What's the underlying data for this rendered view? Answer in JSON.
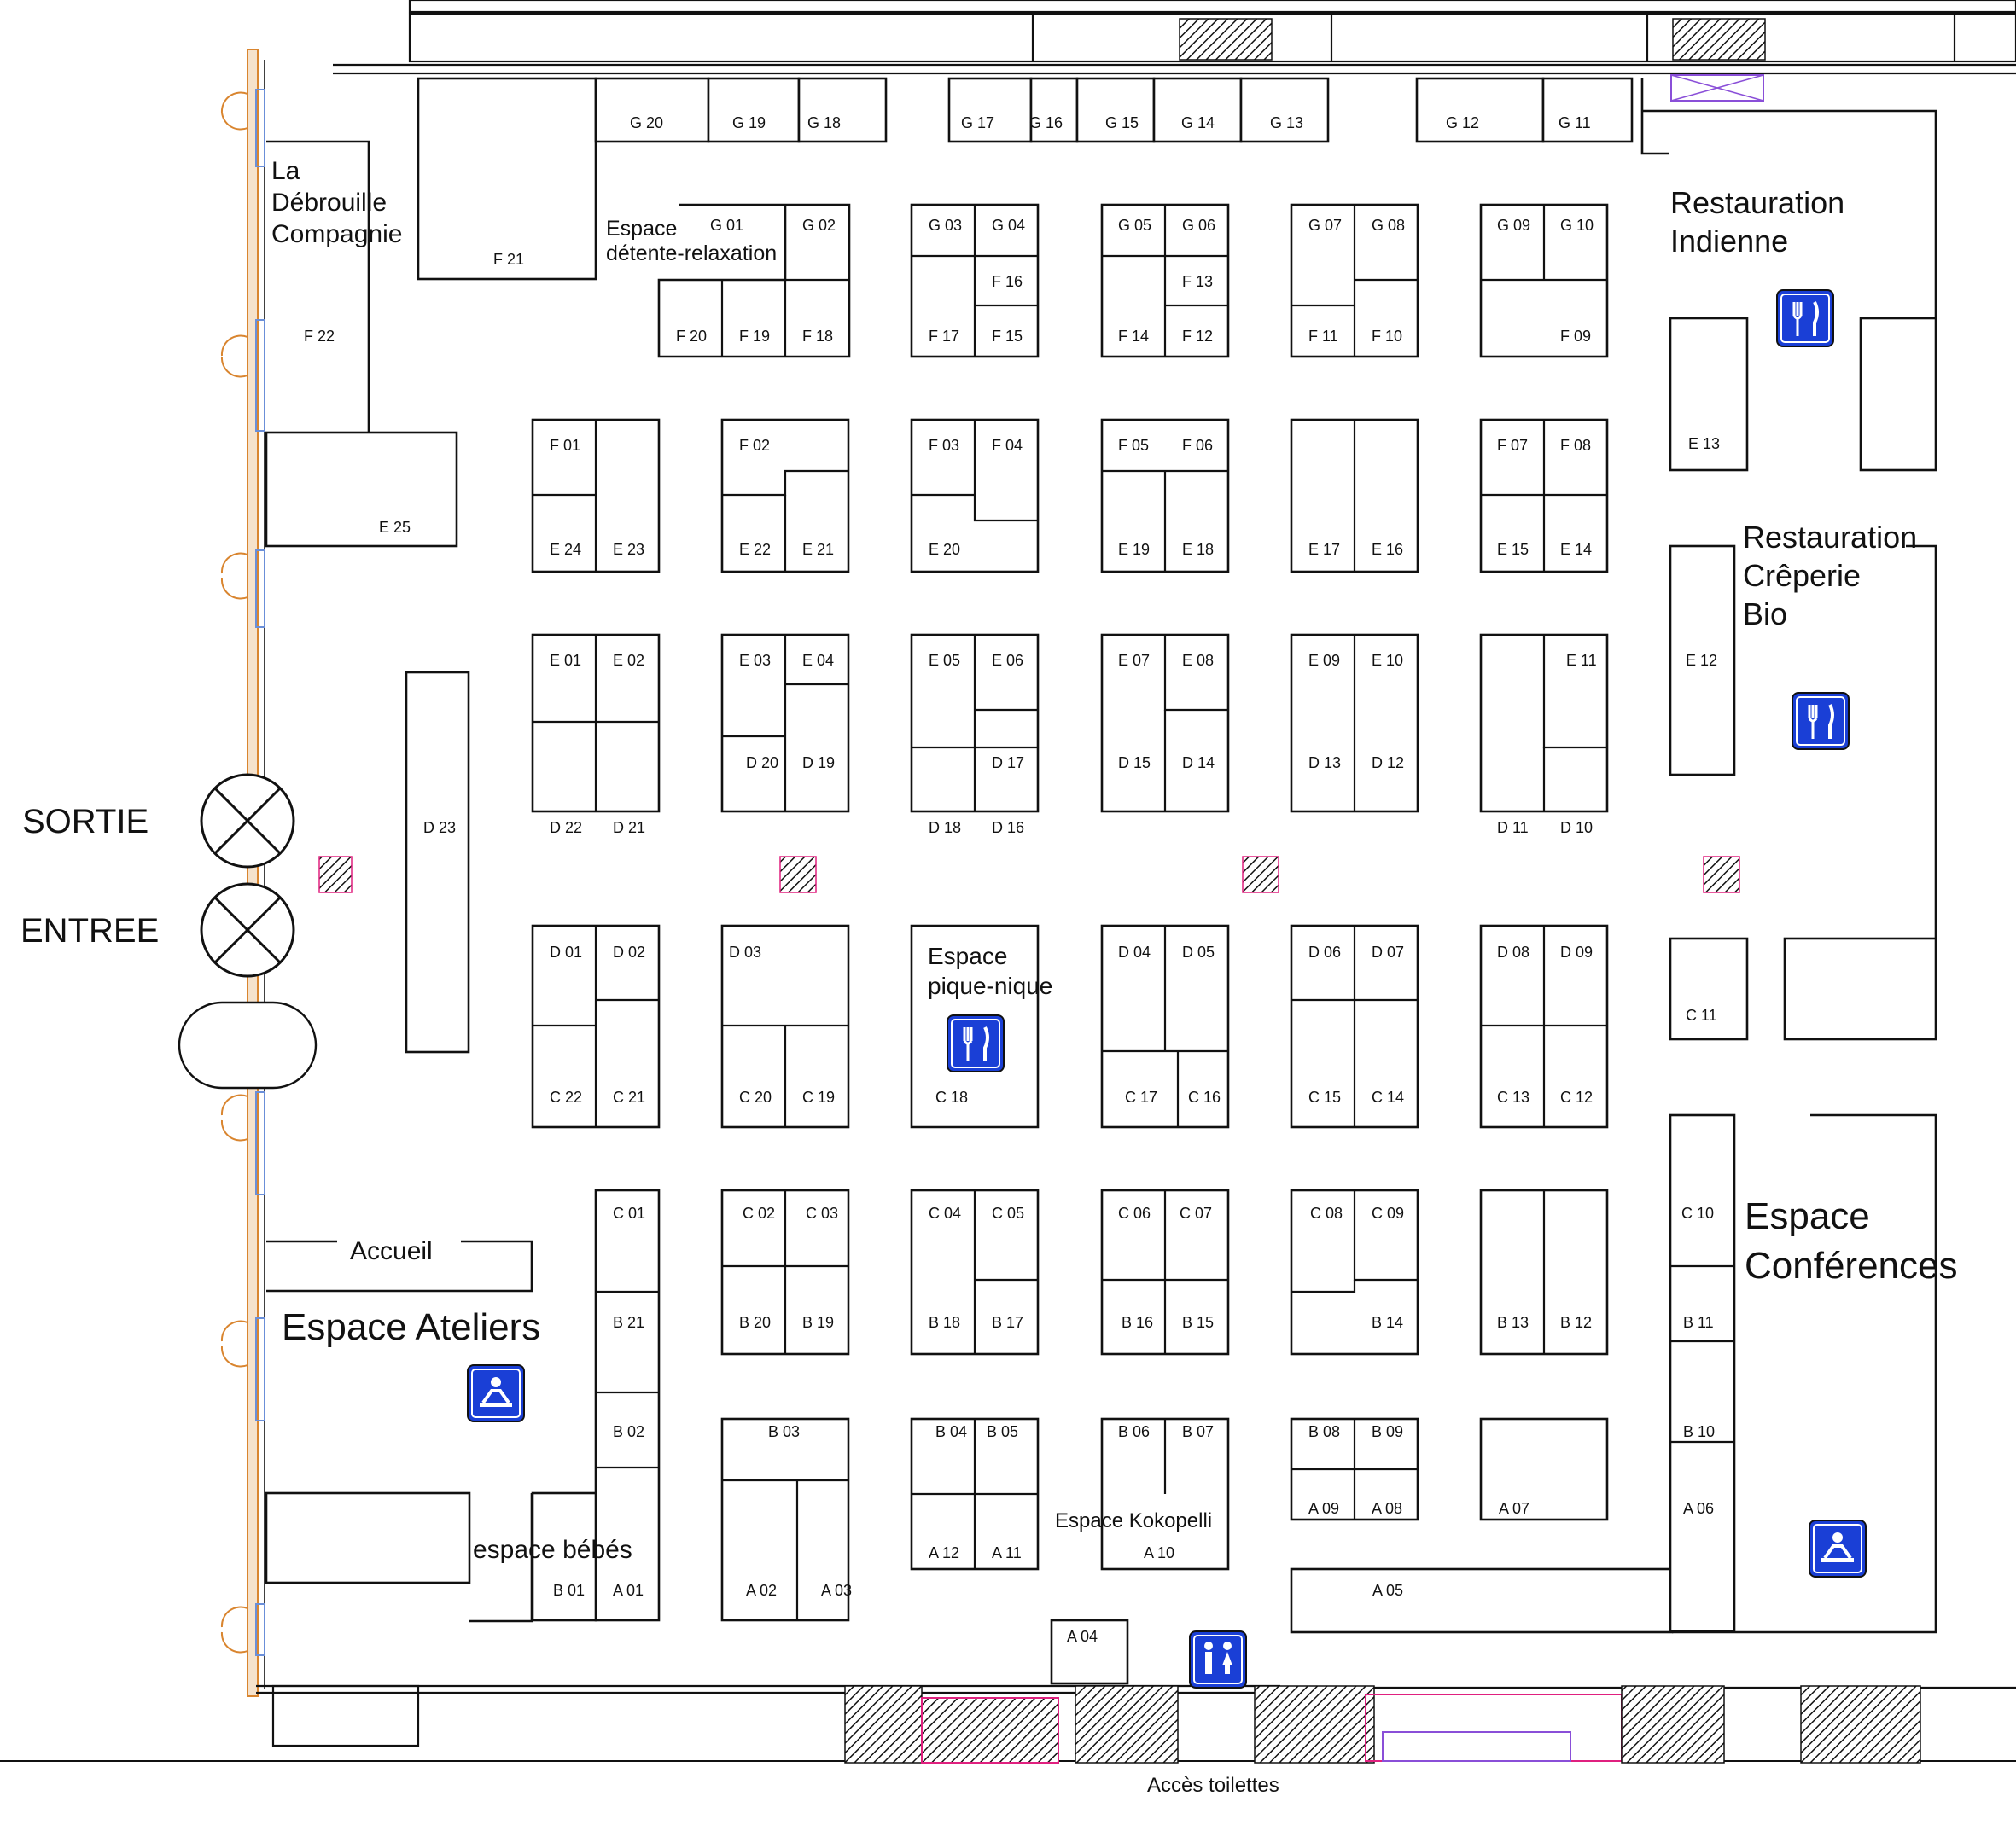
{
  "labels": {
    "sortie": "SORTIE",
    "entree": "ENTREE",
    "acces_toilettes": "Accès toilettes",
    "accueil": "Accueil",
    "espace_ateliers": "Espace Ateliers",
    "espace_bebes": "espace bébés",
    "espace_kokopelli": "Espace Kokopelli",
    "debrouille": [
      "La",
      "Débrouille",
      "Compagnie"
    ],
    "detente": [
      "Espace",
      "détente-relaxation"
    ],
    "pique_nique": [
      "Espace",
      "pique-nique"
    ],
    "resto_indienne": [
      "Restauration",
      "Indienne"
    ],
    "resto_creperie": [
      "Restauration",
      "Crêperie",
      "Bio"
    ],
    "conferences": [
      "Espace",
      "Conférences"
    ]
  },
  "booths": [
    "G 20",
    "G 19",
    "G 18",
    "G 17",
    "G 16",
    "G 15",
    "G 14",
    "G 13",
    "G 12",
    "G 11",
    "G 01",
    "G 02",
    "G 03",
    "G 04",
    "G 05",
    "G 06",
    "G 07",
    "G 08",
    "G 09",
    "G 10",
    "F 01",
    "F 02",
    "F 03",
    "F 04",
    "F 05",
    "F 06",
    "F 07",
    "F 08",
    "F 09",
    "F 10",
    "F 11",
    "F 12",
    "F 13",
    "F 14",
    "F 15",
    "F 16",
    "F 17",
    "F 18",
    "F 19",
    "F 20",
    "F 21",
    "F 22",
    "E 01",
    "E 02",
    "E 03",
    "E 04",
    "E 05",
    "E 06",
    "E 07",
    "E 08",
    "E 09",
    "E 10",
    "E 11",
    "E 12",
    "E 13",
    "E 14",
    "E 15",
    "E 16",
    "E 17",
    "E 18",
    "E 19",
    "E 20",
    "E 21",
    "E 22",
    "E 23",
    "E 24",
    "E 25",
    "D 01",
    "D 02",
    "D 03",
    "D 04",
    "D 05",
    "D 06",
    "D 07",
    "D 08",
    "D 09",
    "D 10",
    "D 11",
    "D 12",
    "D 13",
    "D 14",
    "D 15",
    "D 16",
    "D 17",
    "D 18",
    "D 19",
    "D 20",
    "D 21",
    "D 22",
    "D 23",
    "C 01",
    "C 02",
    "C 03",
    "C 04",
    "C 05",
    "C 06",
    "C 07",
    "C 08",
    "C 09",
    "C 10",
    "C 11",
    "C 12",
    "C 13",
    "C 14",
    "C 15",
    "C 16",
    "C 17",
    "C 18",
    "C 19",
    "C 20",
    "C 21",
    "C 22",
    "B 01",
    "B 02",
    "B 03",
    "B 04",
    "B 05",
    "B 06",
    "B 07",
    "B 08",
    "B 09",
    "B 10",
    "B 11",
    "B 12",
    "B 13",
    "B 14",
    "B 15",
    "B 16",
    "B 17",
    "B 18",
    "B 19",
    "B 20",
    "B 21",
    "A 01",
    "A 02",
    "A 03",
    "A 04",
    "A 05",
    "A 06",
    "A 07",
    "A 08",
    "A 09",
    "A 10",
    "A 11",
    "A 12"
  ],
  "icons": [
    "restaurant-icon",
    "restaurant-icon",
    "restaurant-icon",
    "workshop-icon",
    "workshop-icon",
    "toilets-icon"
  ],
  "colors": {
    "icon_blue": "#1a3fd6",
    "door_orange": "#d9852f",
    "glass_blue": "#6b8fd8",
    "accent_pink": "#e0207f"
  }
}
